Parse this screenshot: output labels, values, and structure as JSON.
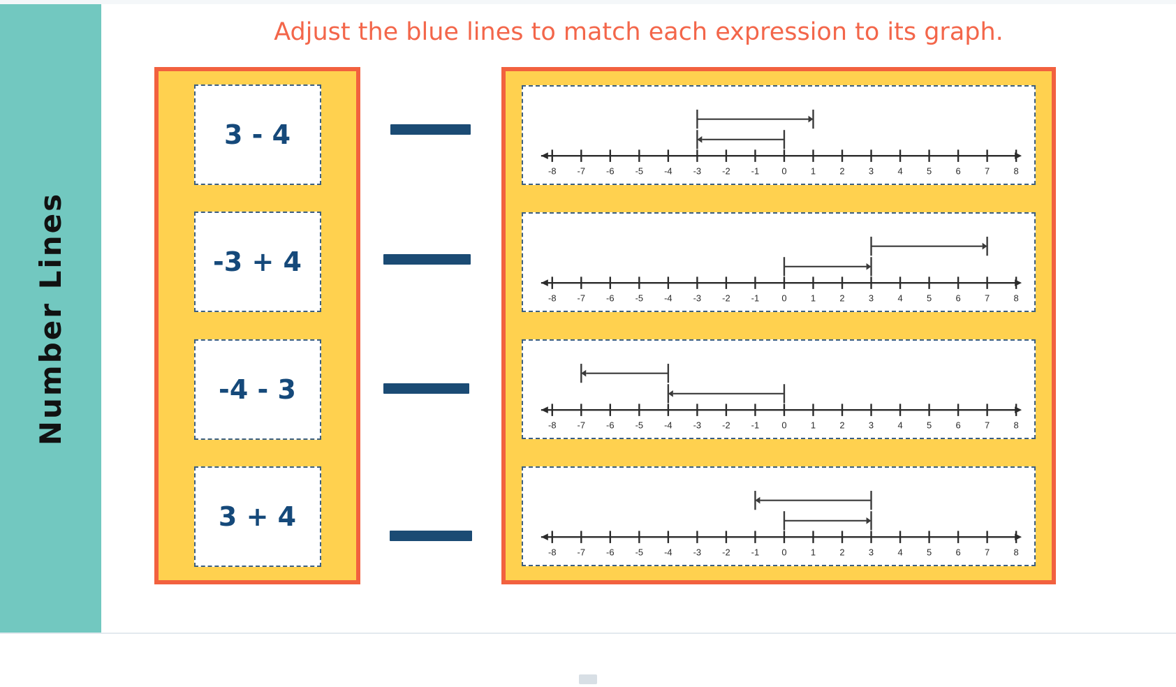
{
  "app": {
    "sidebar_label": "Number  Lines",
    "title": "Adjust the blue lines to match each expression to its graph.",
    "colors": {
      "sidebar": "#72c8c0",
      "panel_fill": "#ffd14f",
      "panel_border": "#f2613f",
      "title_text": "#f3664a",
      "expression_text": "#15497a",
      "connector": "#1b4b74",
      "card_dash_border": "#3c5f82",
      "axis": "#2b2b2b"
    }
  },
  "expressions": {
    "items": [
      {
        "id": "expr-1",
        "text": "3 - 4"
      },
      {
        "id": "expr-2",
        "text": "-3 + 4"
      },
      {
        "id": "expr-3",
        "text": "-4 - 3"
      },
      {
        "id": "expr-4",
        "text": "3 + 4"
      }
    ]
  },
  "connectors": [
    {
      "id": "connector-1",
      "label": "blue-line-1"
    },
    {
      "id": "connector-2",
      "label": "blue-line-2"
    },
    {
      "id": "connector-3",
      "label": "blue-line-3"
    },
    {
      "id": "connector-4",
      "label": "blue-line-4"
    }
  ],
  "chart_data": [
    {
      "type": "line",
      "id": "number-line-1",
      "title": "",
      "xlabel": "",
      "ylabel": "",
      "xlim": [
        -8,
        8
      ],
      "grid": false,
      "tick_labels": [
        "-8",
        "-7",
        "-6",
        "-5",
        "-4",
        "-3",
        "-2",
        "-1",
        "0",
        "1",
        "2",
        "3",
        "4",
        "5",
        "6",
        "7",
        "8"
      ],
      "jumps": [
        {
          "row": "top",
          "from": -3,
          "to": 1,
          "direction": "right",
          "length": 4
        },
        {
          "row": "bottom",
          "from": 0,
          "to": -3,
          "direction": "left",
          "length": 3
        }
      ]
    },
    {
      "type": "line",
      "id": "number-line-2",
      "title": "",
      "xlabel": "",
      "ylabel": "",
      "xlim": [
        -8,
        8
      ],
      "grid": false,
      "tick_labels": [
        "-8",
        "-7",
        "-6",
        "-5",
        "-4",
        "-3",
        "-2",
        "-1",
        "0",
        "1",
        "2",
        "3",
        "4",
        "5",
        "6",
        "7",
        "8"
      ],
      "jumps": [
        {
          "row": "top",
          "from": 3,
          "to": 7,
          "direction": "right",
          "length": 4
        },
        {
          "row": "bottom",
          "from": 0,
          "to": 3,
          "direction": "right",
          "length": 3
        }
      ]
    },
    {
      "type": "line",
      "id": "number-line-3",
      "title": "",
      "xlabel": "",
      "ylabel": "",
      "xlim": [
        -8,
        8
      ],
      "grid": false,
      "tick_labels": [
        "-8",
        "-7",
        "-6",
        "-5",
        "-4",
        "-3",
        "-2",
        "-1",
        "0",
        "1",
        "2",
        "3",
        "4",
        "5",
        "6",
        "7",
        "8"
      ],
      "jumps": [
        {
          "row": "top",
          "from": -4,
          "to": -7,
          "direction": "left",
          "length": 3
        },
        {
          "row": "bottom",
          "from": 0,
          "to": -4,
          "direction": "left",
          "length": 4
        }
      ]
    },
    {
      "type": "line",
      "id": "number-line-4",
      "title": "",
      "xlabel": "",
      "ylabel": "",
      "xlim": [
        -8,
        8
      ],
      "grid": false,
      "tick_labels": [
        "-8",
        "-7",
        "-6",
        "-5",
        "-4",
        "-3",
        "-2",
        "-1",
        "0",
        "1",
        "2",
        "3",
        "4",
        "5",
        "6",
        "7",
        "8"
      ],
      "jumps": [
        {
          "row": "top",
          "from": 3,
          "to": -1,
          "direction": "left",
          "length": 4
        },
        {
          "row": "bottom",
          "from": 0,
          "to": 3,
          "direction": "right",
          "length": 3
        }
      ]
    }
  ]
}
